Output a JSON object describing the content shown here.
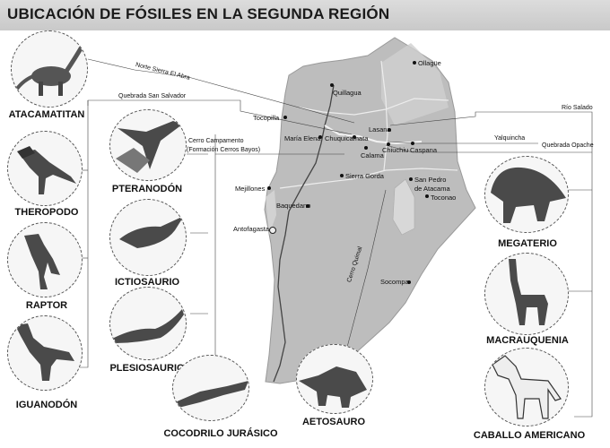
{
  "title": "UBICACIÓN DE FÓSILES EN LA SEGUNDA REGIÓN",
  "animals": {
    "atacamatitan": "ATACAMATITAN",
    "theropodo": "THEROPODO",
    "raptor": "RAPTOR",
    "iguanodon": "IGUANODÓN",
    "pteranodon": "PTERANODÓN",
    "ictiosaurio": "ICTIOSAURIO",
    "plesiosaurio": "PLESIOSAURIO",
    "cocodrilo": "COCODRILO JURÁSICO",
    "aetosauro": "AETOSAURO",
    "megaterio": "MEGATERIO",
    "macrauquenia": "MACRAUQUENIA",
    "caballo": "CABALLO AMERICANO"
  },
  "places": {
    "ollague": "Ollagüe",
    "quillagua": "Quillagua",
    "tocopilla": "Tocopilla",
    "maria_elena": "María Elena",
    "chuquicamata": "Chuquicamata",
    "lasana": "Lasana",
    "chiuchiu": "Chiuchiu",
    "caspana": "Caspana",
    "calama": "Calama",
    "sierra_gorda": "Sierra Gorda",
    "san_pedro_1": "San Pedro",
    "san_pedro_2": "de Atacama",
    "toconao": "Toconao",
    "mejillones": "Mejillones",
    "baquedano": "Baquedano",
    "antofagasta": "Antofagasta",
    "socompa": "Socompa"
  },
  "sites": {
    "norte_sierra_el_abra": "Norte Sierra El Abra",
    "quebrada_san_salvador": "Quebrada San Salvador",
    "cerro_campamento_1": "Cerro Campamento",
    "cerro_campamento_2": "(Formación Cerros Bayos)",
    "rio_salado": "Río Salado",
    "yalquincha": "Yalquincha",
    "quebrada_opache": "Quebrada Opache",
    "cerro_quimal": "Cerro Quimal"
  }
}
